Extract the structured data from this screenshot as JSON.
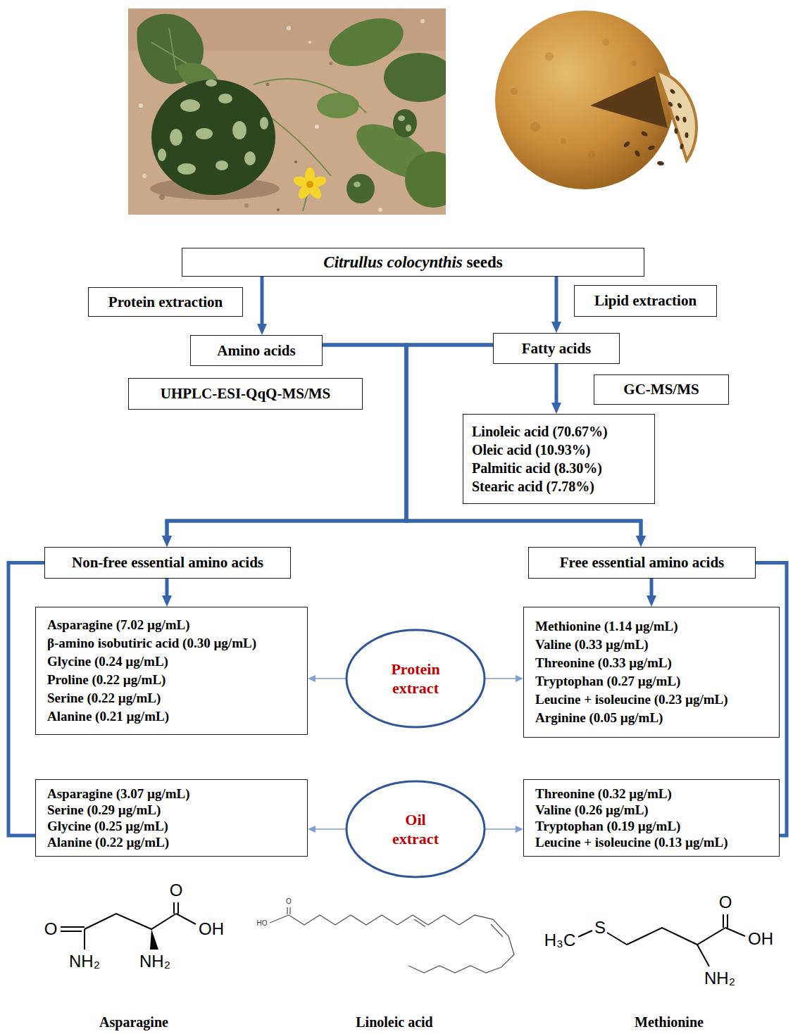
{
  "diagram": {
    "nodes": [
      {
        "text": [
          "Citrullus colocynthis seeds"
        ]
      },
      {
        "text": [
          "Protein extraction"
        ]
      },
      {
        "text": [
          "Lipid extraction"
        ]
      },
      {
        "text": [
          "Amino acids"
        ]
      },
      {
        "text": [
          "Fatty acids"
        ]
      },
      {
        "text": [
          "UHPLC-ESI-QqQ-MS/MS"
        ]
      },
      {
        "text": [
          "GC-MS/MS"
        ]
      },
      {
        "text": [
          "Linoleic acid (70.67%)",
          "Oleic acid (10.93%)",
          "Palmitic acid (8.30%)",
          "Stearic acid (7.78%)"
        ]
      },
      {
        "text": [
          "Non-free essential amino acids"
        ]
      },
      {
        "text": [
          "Free essential amino acids"
        ]
      },
      {
        "text": [
          "Asparagine (7.02 µg/mL)",
          "β-amino isobutiric acid (0.30 µg/mL)",
          "Glycine (0.24 µg/mL)",
          "Proline (0.22 µg/mL)",
          "Serine (0.22 µg/mL)",
          "Alanine (0.21 µg/mL)"
        ]
      },
      {
        "text": [
          "Protein extract"
        ]
      },
      {
        "text": [
          "Methionine (1.14 µg/mL)",
          "Valine (0.33 µg/mL)",
          "Threonine (0.33 µg/mL)",
          "Tryptophan (0.27 µg/mL)",
          "Leucine + isoleucine (0.23 µg/mL)",
          "Arginine (0.05 µg/mL)"
        ]
      },
      {
        "text": [
          "Asparagine (3.07 µg/mL)",
          "Serine (0.29 µg/mL)",
          "Glycine (0.25 µg/mL)",
          "Alanine (0.22 µg/mL)"
        ]
      },
      {
        "text": [
          "Oil extract"
        ]
      },
      {
        "text": [
          "Threonine (0.32 µg/mL)",
          "Valine (0.26 µg/mL)",
          "Tryptophan (0.19 µg/mL)",
          "Leucine + isoleucine (0.13 µg/mL)"
        ]
      }
    ],
    "edges": [
      {
        "from": 0,
        "to": 3,
        "arrow": "to"
      },
      {
        "from": 0,
        "to": 4,
        "arrow": "to"
      },
      {
        "from": 4,
        "to": 7,
        "arrow": "to"
      },
      {
        "from": 3,
        "to": 8,
        "arrow": "to"
      },
      {
        "from": 3,
        "to": 9,
        "arrow": "to"
      },
      {
        "from": 4,
        "to": 8,
        "arrow": "to"
      },
      {
        "from": 4,
        "to": 9,
        "arrow": "to"
      },
      {
        "from": 8,
        "to": 10,
        "arrow": "to"
      },
      {
        "from": 9,
        "to": 12,
        "arrow": "to"
      },
      {
        "from": 8,
        "to": 13,
        "arrow": "none"
      },
      {
        "from": 9,
        "to": 15,
        "arrow": "none"
      },
      {
        "from": 11,
        "to": 10,
        "arrow": "to"
      },
      {
        "from": 11,
        "to": 12,
        "arrow": "to"
      },
      {
        "from": 14,
        "to": 13,
        "arrow": "to"
      },
      {
        "from": 14,
        "to": 15,
        "arrow": "to"
      }
    ],
    "labels": [
      "O",
      "O",
      "OH",
      "NH₂",
      "NH₂",
      "O",
      "HO",
      "O",
      "H₃C",
      "S",
      "OH",
      "NH₂",
      "Asparagine",
      "Linoleic acid",
      "Methionine"
    ]
  }
}
